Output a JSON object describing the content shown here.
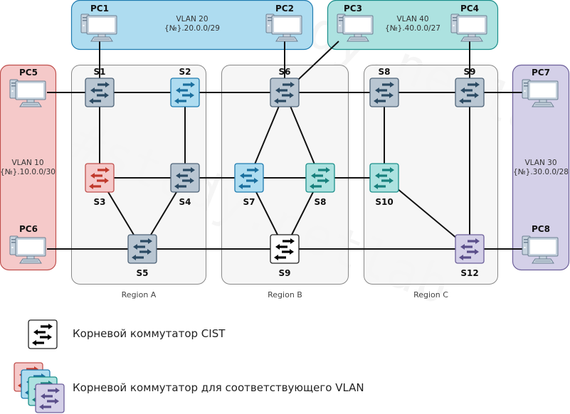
{
  "colors": {
    "vlan10": {
      "fill": "#f5c9c9",
      "stroke": "#c0504d",
      "arrow": "#c0392b"
    },
    "vlan20": {
      "fill": "#aedcf0",
      "stroke": "#1e7bb0",
      "arrow": "#1a6f9e"
    },
    "vlan30": {
      "fill": "#d4d0e8",
      "stroke": "#6c5f9a",
      "arrow": "#5a4e8a"
    },
    "vlan40": {
      "fill": "#ade2e0",
      "stroke": "#1a8e8a",
      "arrow": "#17807c"
    },
    "plain": {
      "fill": "#b9c6d2",
      "stroke": "#4f6478",
      "arrow": "#2b4a63"
    },
    "cist": {
      "fill": "#ffffff",
      "stroke": "#222222",
      "arrow": "#000000"
    },
    "region": {
      "fill": "#f4f4f4",
      "stroke": "#888888"
    }
  },
  "vlans": [
    {
      "id": "vlan20",
      "name": "VLAN 20",
      "subnet": "{№}.20.0.0/29"
    },
    {
      "id": "vlan40",
      "name": "VLAN 40",
      "subnet": "{№}.40.0.0/27"
    },
    {
      "id": "vlan10",
      "name": "VLAN 10",
      "subnet": "{№}.10.0.0/30"
    },
    {
      "id": "vlan30",
      "name": "VLAN 30",
      "subnet": "{№}.30.0.0/28"
    }
  ],
  "regions": [
    {
      "id": "A",
      "label": "Region A"
    },
    {
      "id": "B",
      "label": "Region B"
    },
    {
      "id": "C",
      "label": "Region C"
    }
  ],
  "pcs": [
    {
      "id": "PC1",
      "label": "PC1",
      "vlan": "vlan20"
    },
    {
      "id": "PC2",
      "label": "PC2",
      "vlan": "vlan20"
    },
    {
      "id": "PC3",
      "label": "PC3",
      "vlan": "vlan40"
    },
    {
      "id": "PC4",
      "label": "PC4",
      "vlan": "vlan40"
    },
    {
      "id": "PC5",
      "label": "PC5",
      "vlan": "vlan10"
    },
    {
      "id": "PC6",
      "label": "PC6",
      "vlan": "vlan10"
    },
    {
      "id": "PC7",
      "label": "PC7",
      "vlan": "vlan30"
    },
    {
      "id": "PC8",
      "label": "PC8",
      "vlan": "vlan30"
    }
  ],
  "switches": [
    {
      "id": "A-S1",
      "label": "S1",
      "region": "A",
      "role": "plain"
    },
    {
      "id": "A-S2",
      "label": "S2",
      "region": "A",
      "role": "vlan20"
    },
    {
      "id": "A-S3",
      "label": "S3",
      "region": "A",
      "role": "vlan10"
    },
    {
      "id": "A-S4",
      "label": "S4",
      "region": "A",
      "role": "plain"
    },
    {
      "id": "A-S5",
      "label": "S5",
      "region": "A",
      "role": "plain"
    },
    {
      "id": "B-S6",
      "label": "S6",
      "region": "B",
      "role": "plain"
    },
    {
      "id": "B-S7",
      "label": "S7",
      "region": "B",
      "role": "vlan20"
    },
    {
      "id": "B-S8",
      "label": "S8",
      "region": "B",
      "role": "vlan40"
    },
    {
      "id": "B-S9",
      "label": "S9",
      "region": "B",
      "role": "cist"
    },
    {
      "id": "C-S8",
      "label": "S8",
      "region": "C",
      "role": "plain"
    },
    {
      "id": "C-S9",
      "label": "S9",
      "region": "C",
      "role": "plain"
    },
    {
      "id": "C-S10",
      "label": "S10",
      "region": "C",
      "role": "vlan40"
    },
    {
      "id": "C-S12",
      "label": "S12",
      "region": "C",
      "role": "vlan30"
    }
  ],
  "links": [
    [
      "PC1",
      "A-S1"
    ],
    [
      "PC2",
      "B-S6"
    ],
    [
      "PC3",
      "B-S6"
    ],
    [
      "PC4",
      "C-S9"
    ],
    [
      "PC5",
      "A-S1"
    ],
    [
      "PC6",
      "A-S5"
    ],
    [
      "PC7",
      "C-S9"
    ],
    [
      "PC8",
      "C-S12"
    ],
    [
      "A-S1",
      "A-S2"
    ],
    [
      "A-S1",
      "A-S3"
    ],
    [
      "A-S2",
      "A-S4"
    ],
    [
      "A-S3",
      "A-S4"
    ],
    [
      "A-S3",
      "A-S5"
    ],
    [
      "A-S4",
      "A-S5"
    ],
    [
      "A-S2",
      "B-S6"
    ],
    [
      "B-S6",
      "C-S8"
    ],
    [
      "C-S8",
      "C-S9"
    ],
    [
      "B-S6",
      "B-S7"
    ],
    [
      "B-S6",
      "B-S8"
    ],
    [
      "B-S7",
      "B-S8"
    ],
    [
      "B-S7",
      "B-S9"
    ],
    [
      "B-S8",
      "B-S9"
    ],
    [
      "A-S4",
      "B-S7"
    ],
    [
      "B-S8",
      "C-S10"
    ],
    [
      "A-S5",
      "B-S9"
    ],
    [
      "B-S9",
      "C-S12"
    ],
    [
      "C-S8",
      "C-S10"
    ],
    [
      "C-S9",
      "C-S12"
    ],
    [
      "C-S10",
      "C-S12"
    ]
  ],
  "legend": {
    "cist_label": "Корневой коммутатор CIST",
    "vlan_root_label": "Корневой коммутатор для соответствующего VLAN"
  },
  "watermark": "#study.netlab"
}
